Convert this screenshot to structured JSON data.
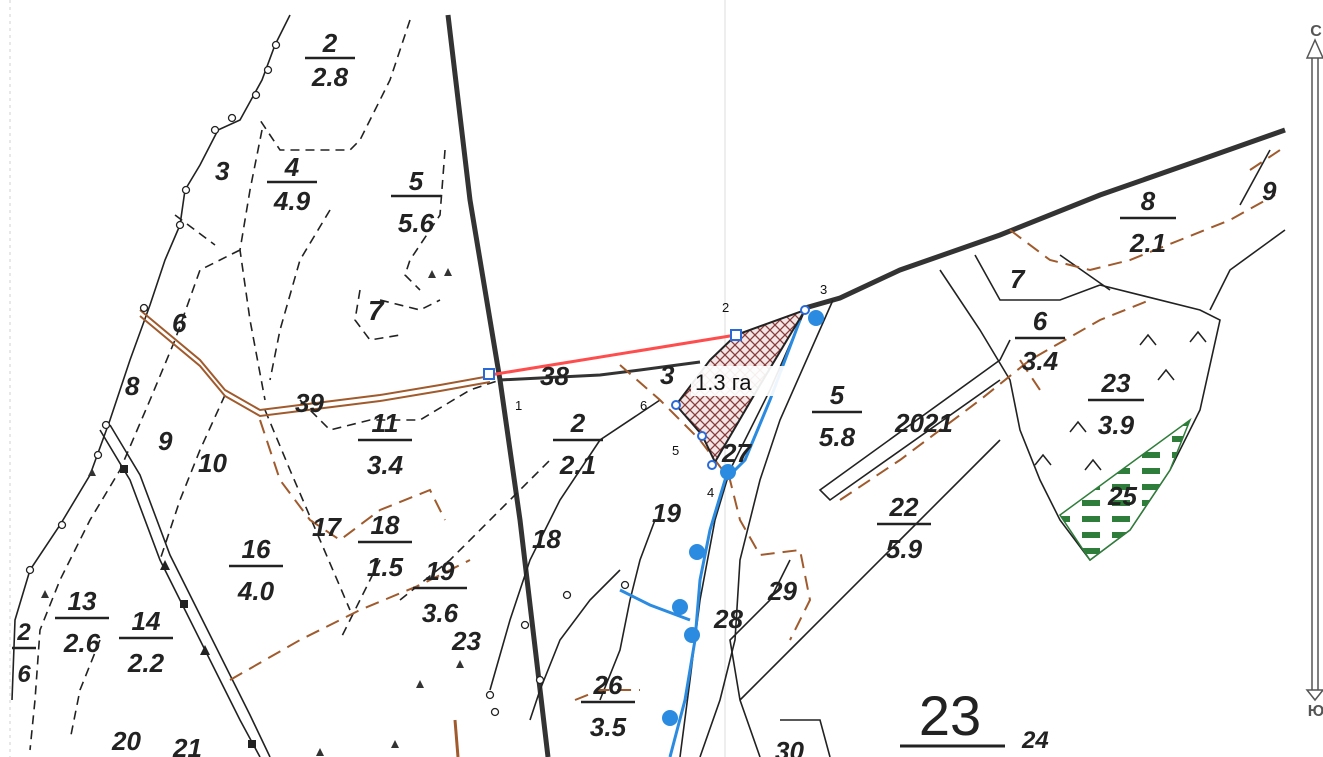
{
  "compass": {
    "north": "С",
    "south": "Ю"
  },
  "plot": {
    "area_label": "1.3 га",
    "vertices": [
      "1",
      "2",
      "3",
      "4",
      "5",
      "6"
    ]
  },
  "fractions": [
    {
      "id": "q2",
      "num": "2",
      "den": "2.8"
    },
    {
      "id": "q4",
      "num": "4",
      "den": "4.9"
    },
    {
      "id": "q5a",
      "num": "5",
      "den": "5.6"
    },
    {
      "id": "q11",
      "num": "11",
      "den": "3.4"
    },
    {
      "id": "q2b",
      "num": "2",
      "den": "2.1"
    },
    {
      "id": "q5b",
      "num": "5",
      "den": "5.8"
    },
    {
      "id": "q8",
      "num": "8",
      "den": "2.1"
    },
    {
      "id": "q6",
      "num": "6",
      "den": "3.4"
    },
    {
      "id": "q23",
      "num": "23",
      "den": "3.9"
    },
    {
      "id": "q22",
      "num": "22",
      "den": "5.9"
    },
    {
      "id": "q16",
      "num": "16",
      "den": "4.0"
    },
    {
      "id": "q18",
      "num": "18",
      "den": "1.5"
    },
    {
      "id": "q19",
      "num": "19",
      "den": "3.6"
    },
    {
      "id": "q13",
      "num": "13",
      "den": "2.6"
    },
    {
      "id": "q14",
      "num": "14",
      "den": "2.2"
    },
    {
      "id": "q26",
      "num": "26",
      "den": "3.5"
    },
    {
      "id": "q2c",
      "num": "2",
      "den": "6"
    }
  ],
  "labels": [
    "3",
    "7",
    "6",
    "8",
    "9",
    "10",
    "39",
    "38",
    "3",
    "17",
    "18",
    "19",
    "23",
    "27",
    "2021",
    "25",
    "7",
    "9",
    "29",
    "28",
    "20",
    "21",
    "30",
    "24"
  ],
  "big_label": "23"
}
